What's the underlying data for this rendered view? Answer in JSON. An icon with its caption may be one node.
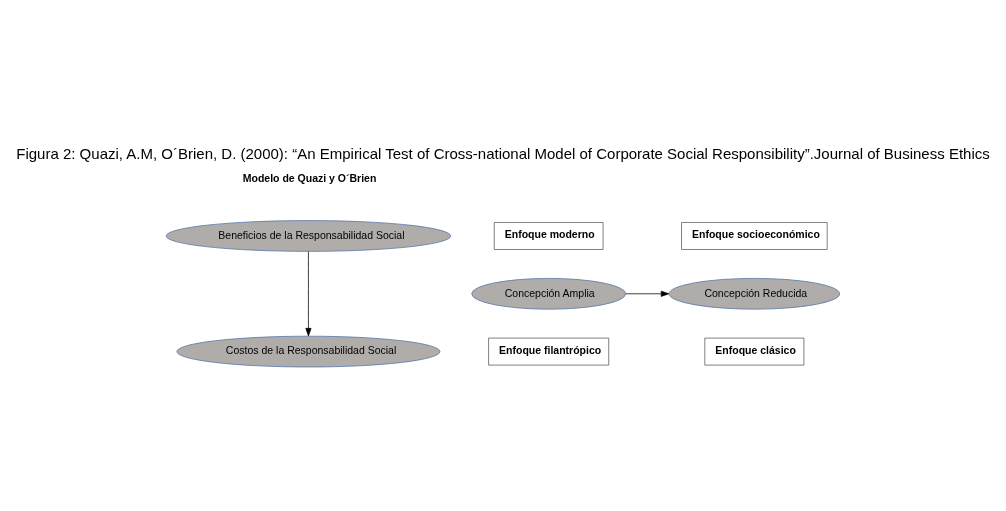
{
  "diagram": {
    "title": "Figura 2: Quazi, A.M, O´Brien, D. (2000): “An Empirical Test of Cross-national Model of Corporate Social Responsibility”.Journal of Business Ethics",
    "nodes": [
      {
        "text": [
          "Enfoque moderno"
        ]
      },
      {
        "text": [
          "Beneficios de la Responsabilidad Social"
        ]
      },
      {
        "text": [
          "Enfoque socioeconómico"
        ]
      },
      {
        "text": [
          "Concepción Amplia"
        ]
      },
      {
        "text": [
          "Concepción Reducida"
        ]
      },
      {
        "text": [
          "Enfoque filantrópico"
        ]
      },
      {
        "text": [
          "Costos de la Responsabilidad Social"
        ]
      },
      {
        "text": [
          "Enfoque clásico"
        ]
      }
    ],
    "edges": [
      {
        "from": 3,
        "to": 4,
        "arrow": "to"
      },
      {
        "from": 1,
        "to": 6,
        "arrow": "to"
      }
    ],
    "labels": [
      "Modelo de Quazi y O´Brien"
    ]
  }
}
